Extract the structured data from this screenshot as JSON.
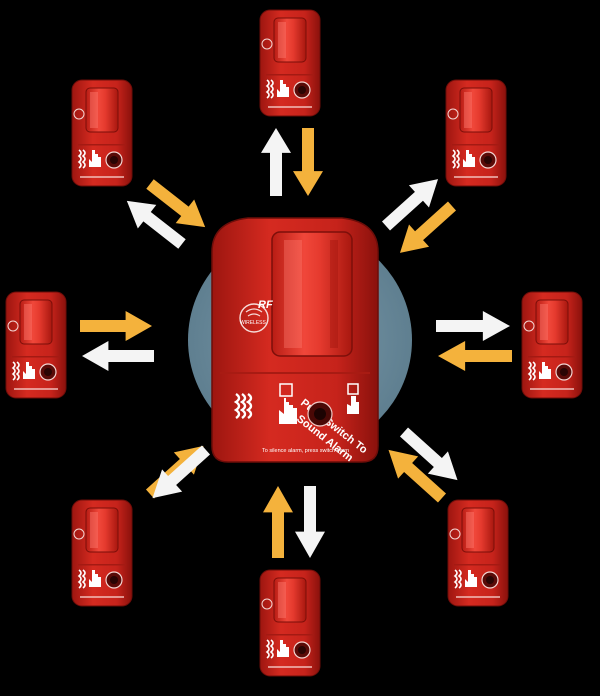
{
  "central_unit": {
    "brand": "RF",
    "brand_small": "WIRELESS",
    "instruction_line1": "Push Switch To",
    "instruction_line2": "Sound Alarm",
    "footer_text": "To silence alarm, press switch / turn"
  },
  "satellite_count": 8,
  "colors": {
    "background": "#000000",
    "halo": "#6f8fa0",
    "unit_red": "#c8241c",
    "unit_red_dark": "#8e130e",
    "beacon": "#e0372c",
    "arrow_white": "#f4f4f4",
    "arrow_orange": "#f4b23c"
  },
  "icons": [
    "flame-icon",
    "hand-press-icon",
    "alarm-button-icon",
    "wireless-logo-icon"
  ]
}
